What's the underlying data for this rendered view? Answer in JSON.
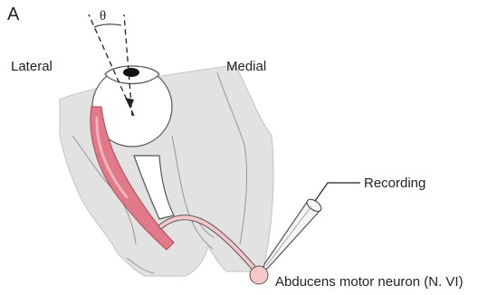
{
  "figure": {
    "panel_letter": "A",
    "angle_label": "θ",
    "labels": {
      "lateral": "Lateral",
      "medial": "Medial",
      "recording": "Recording",
      "neuron": "Abducens motor neuron (N. VI)"
    }
  },
  "colors": {
    "bone": "#e2e2e2",
    "bone_shadow": "#c9c9c9",
    "muscle": "#e07a88",
    "muscle_light": "#f2b3bc",
    "eye": "#ffffff",
    "pupil": "#111111",
    "neuron": "#f7c6c9",
    "electrode": "#f4f4f4",
    "outline": "#555555"
  }
}
